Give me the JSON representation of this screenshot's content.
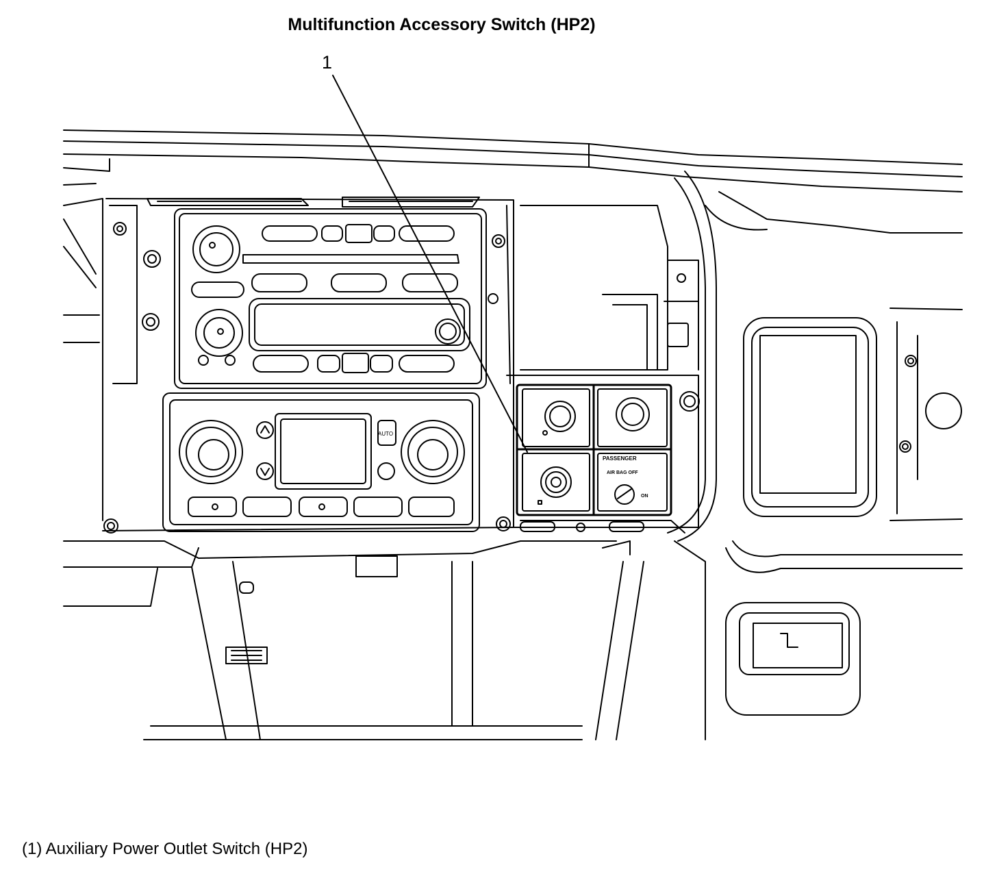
{
  "title": "Multifunction Accessory Switch (HP2)",
  "callout_number": "1",
  "legend": "(1) Auxiliary Power Outlet Switch (HP2)",
  "buttons": {
    "auto": "AUTO",
    "passenger": "PASSENGER",
    "airbag_off": "AIR BAG OFF",
    "on": "ON"
  },
  "colors": {
    "line": "#000000",
    "background": "#ffffff"
  }
}
